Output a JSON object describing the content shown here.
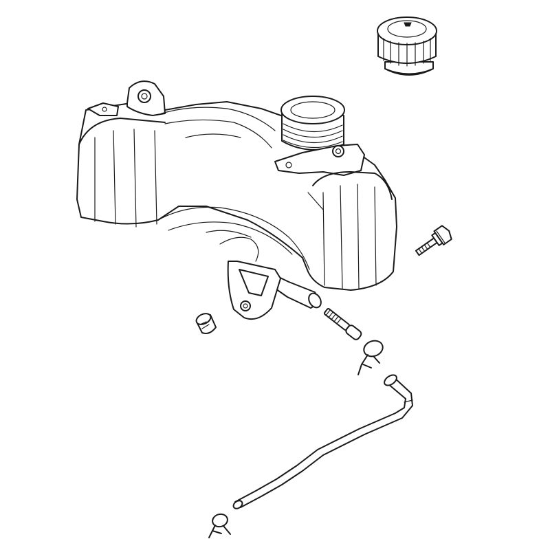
{
  "diagram": {
    "type": "exploded-parts-view",
    "colors": {
      "line": "#1a1a1a",
      "background": "#ffffff"
    },
    "parts": [
      {
        "name": "fuel-tank",
        "icon": "fuel-tank-icon"
      },
      {
        "name": "fuel-cap",
        "icon": "fuel-cap-icon"
      },
      {
        "name": "mounting-bolt",
        "icon": "bolt-icon"
      },
      {
        "name": "rubber-grommet",
        "icon": "grommet-icon"
      },
      {
        "name": "barbed-fitting",
        "icon": "fitting-icon"
      },
      {
        "name": "hose-clamp-upper",
        "icon": "spring-clamp-icon"
      },
      {
        "name": "fuel-hose",
        "icon": "hose-icon"
      },
      {
        "name": "hose-clamp-lower",
        "icon": "spring-clamp-icon"
      }
    ]
  }
}
